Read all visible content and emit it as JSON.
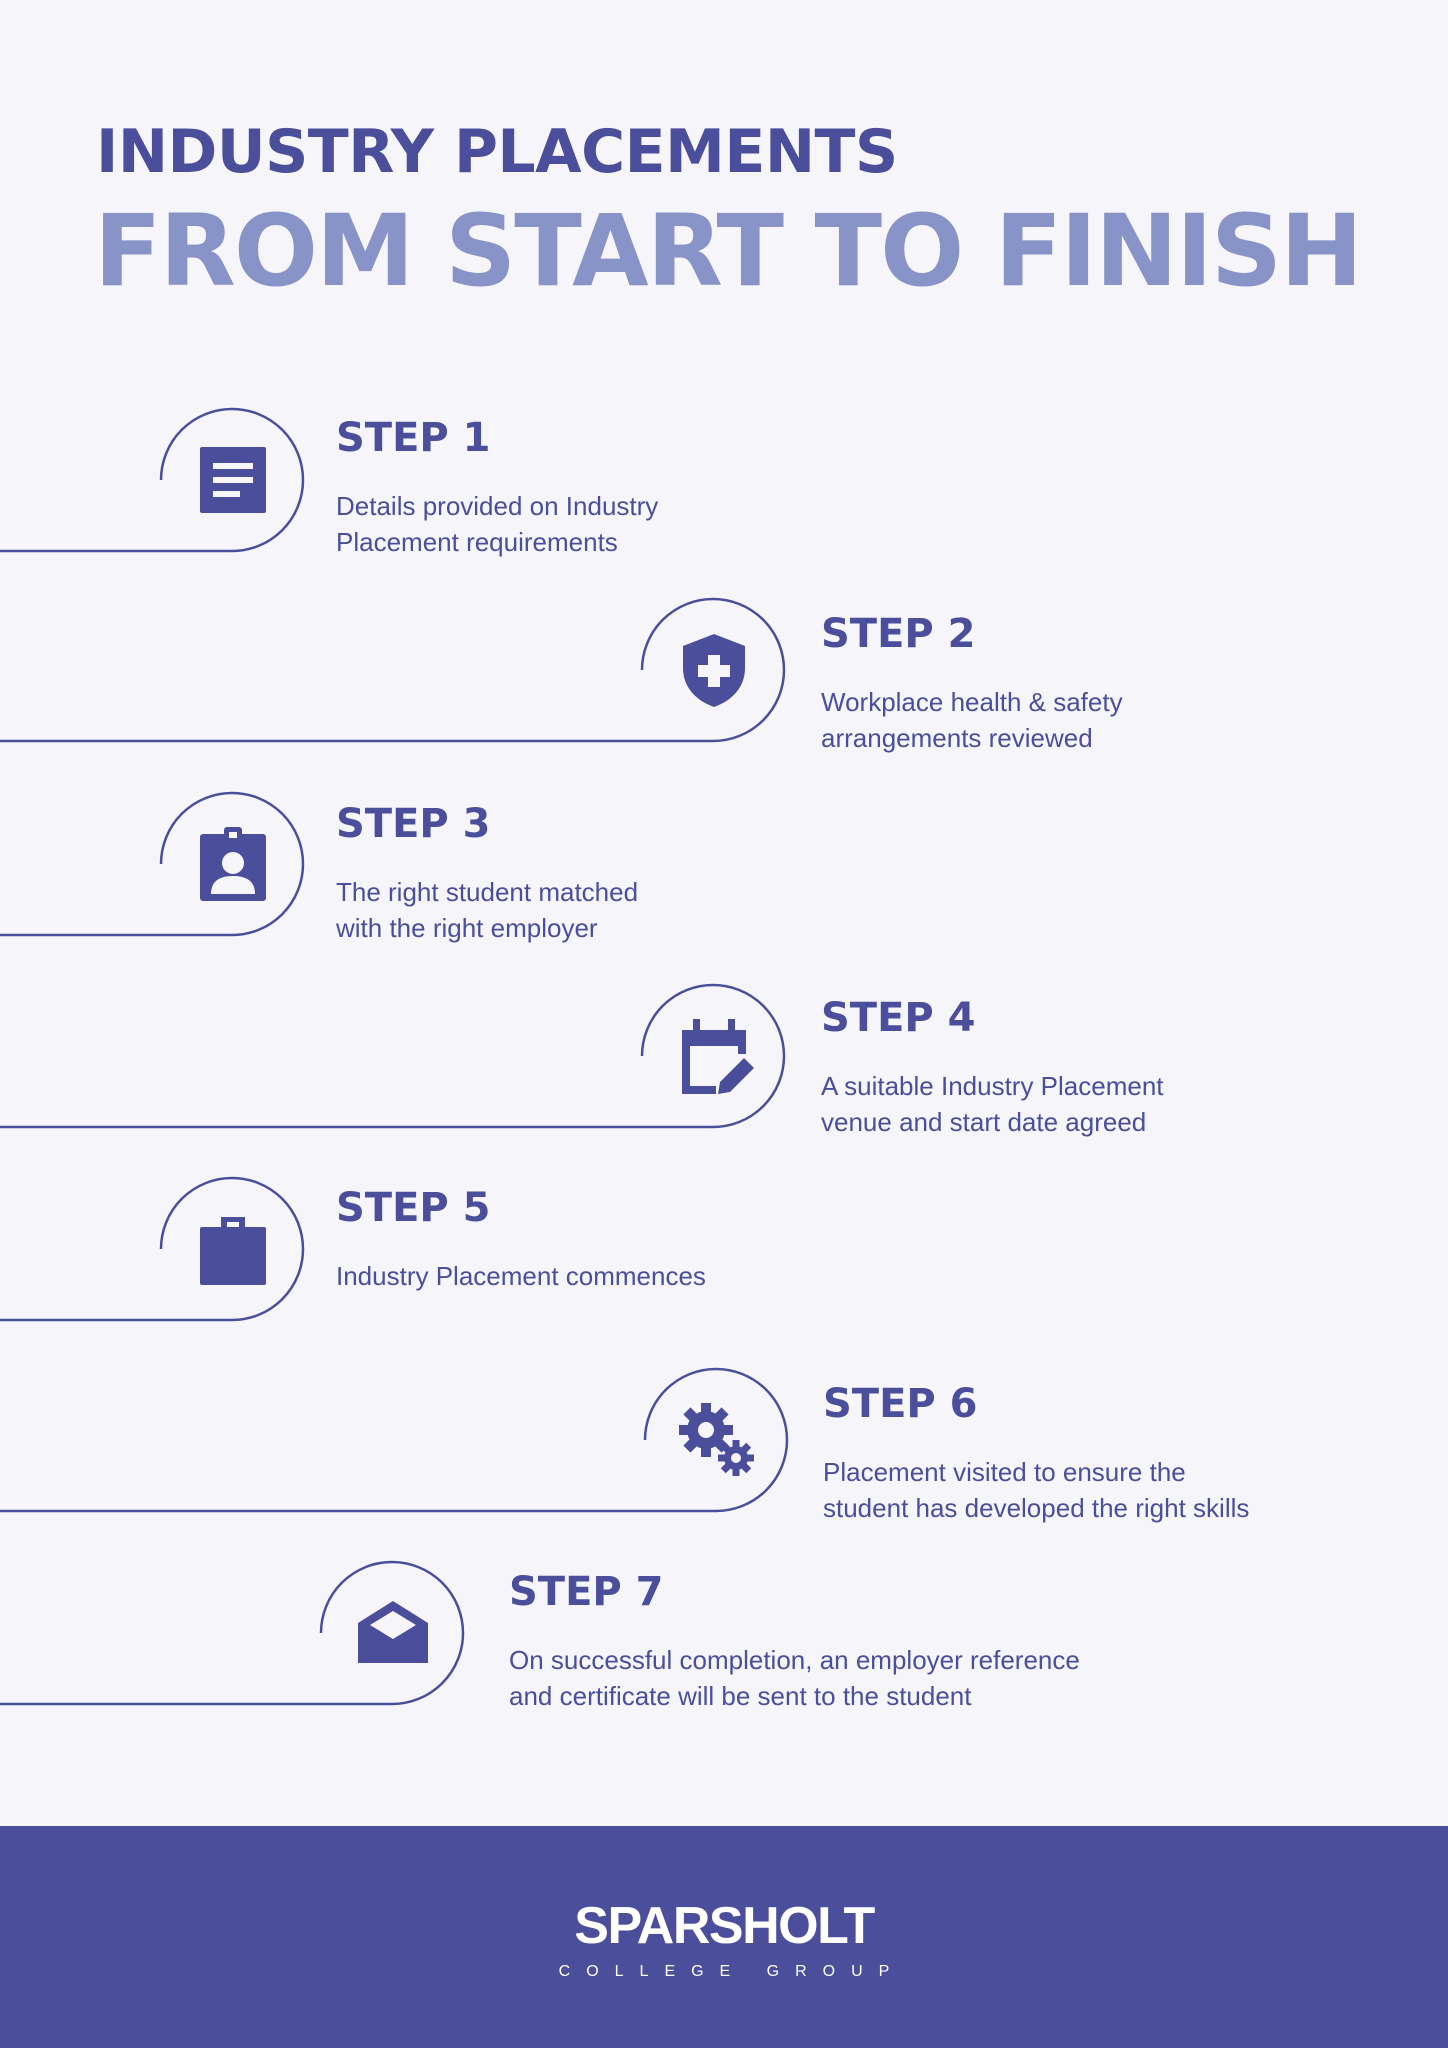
{
  "header": {
    "line1": "INDUSTRY PLACEMENTS",
    "line2": "FROM START TO FINISH"
  },
  "colors": {
    "primary": "#4a4e9b",
    "accent": "#8893c8",
    "background": "#f6f5fa",
    "footer_text": "#ffffff"
  },
  "steps": [
    {
      "title": "STEP 1",
      "icon": "document-icon",
      "lines": [
        "Details provided on Industry",
        "Placement requirements"
      ]
    },
    {
      "title": "STEP 2",
      "icon": "shield-cross-icon",
      "lines": [
        "Workplace health & safety",
        "arrangements reviewed"
      ]
    },
    {
      "title": "STEP 3",
      "icon": "id-badge-icon",
      "lines": [
        "The right student matched",
        "with the right employer"
      ]
    },
    {
      "title": "STEP 4",
      "icon": "calendar-edit-icon",
      "lines": [
        "A suitable Industry Placement",
        "venue and start date agreed"
      ]
    },
    {
      "title": "STEP 5",
      "icon": "briefcase-icon",
      "lines": [
        "Industry Placement commences"
      ]
    },
    {
      "title": "STEP 6",
      "icon": "gears-icon",
      "lines": [
        "Placement visited to ensure the",
        "student has developed the right skills"
      ]
    },
    {
      "title": "STEP 7",
      "icon": "envelope-open-icon",
      "lines": [
        "On successful completion, an employer reference",
        "and certificate will be sent to the student"
      ]
    }
  ],
  "footer": {
    "logo": "SPARSHOLT",
    "logo_sub": "COLLEGE GROUP"
  }
}
